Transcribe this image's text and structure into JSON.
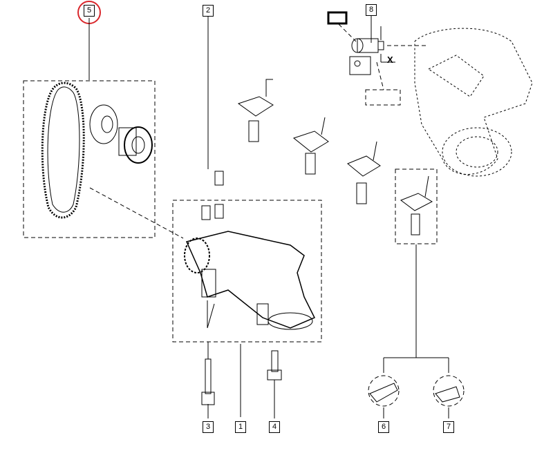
{
  "callouts": {
    "c1": "1",
    "c2": "2",
    "c3": "3",
    "c4": "4",
    "c5": "5",
    "c6": "6",
    "c7": "7",
    "c8": "8"
  },
  "dimension_label": "X",
  "highlight_color": "#d9262b"
}
